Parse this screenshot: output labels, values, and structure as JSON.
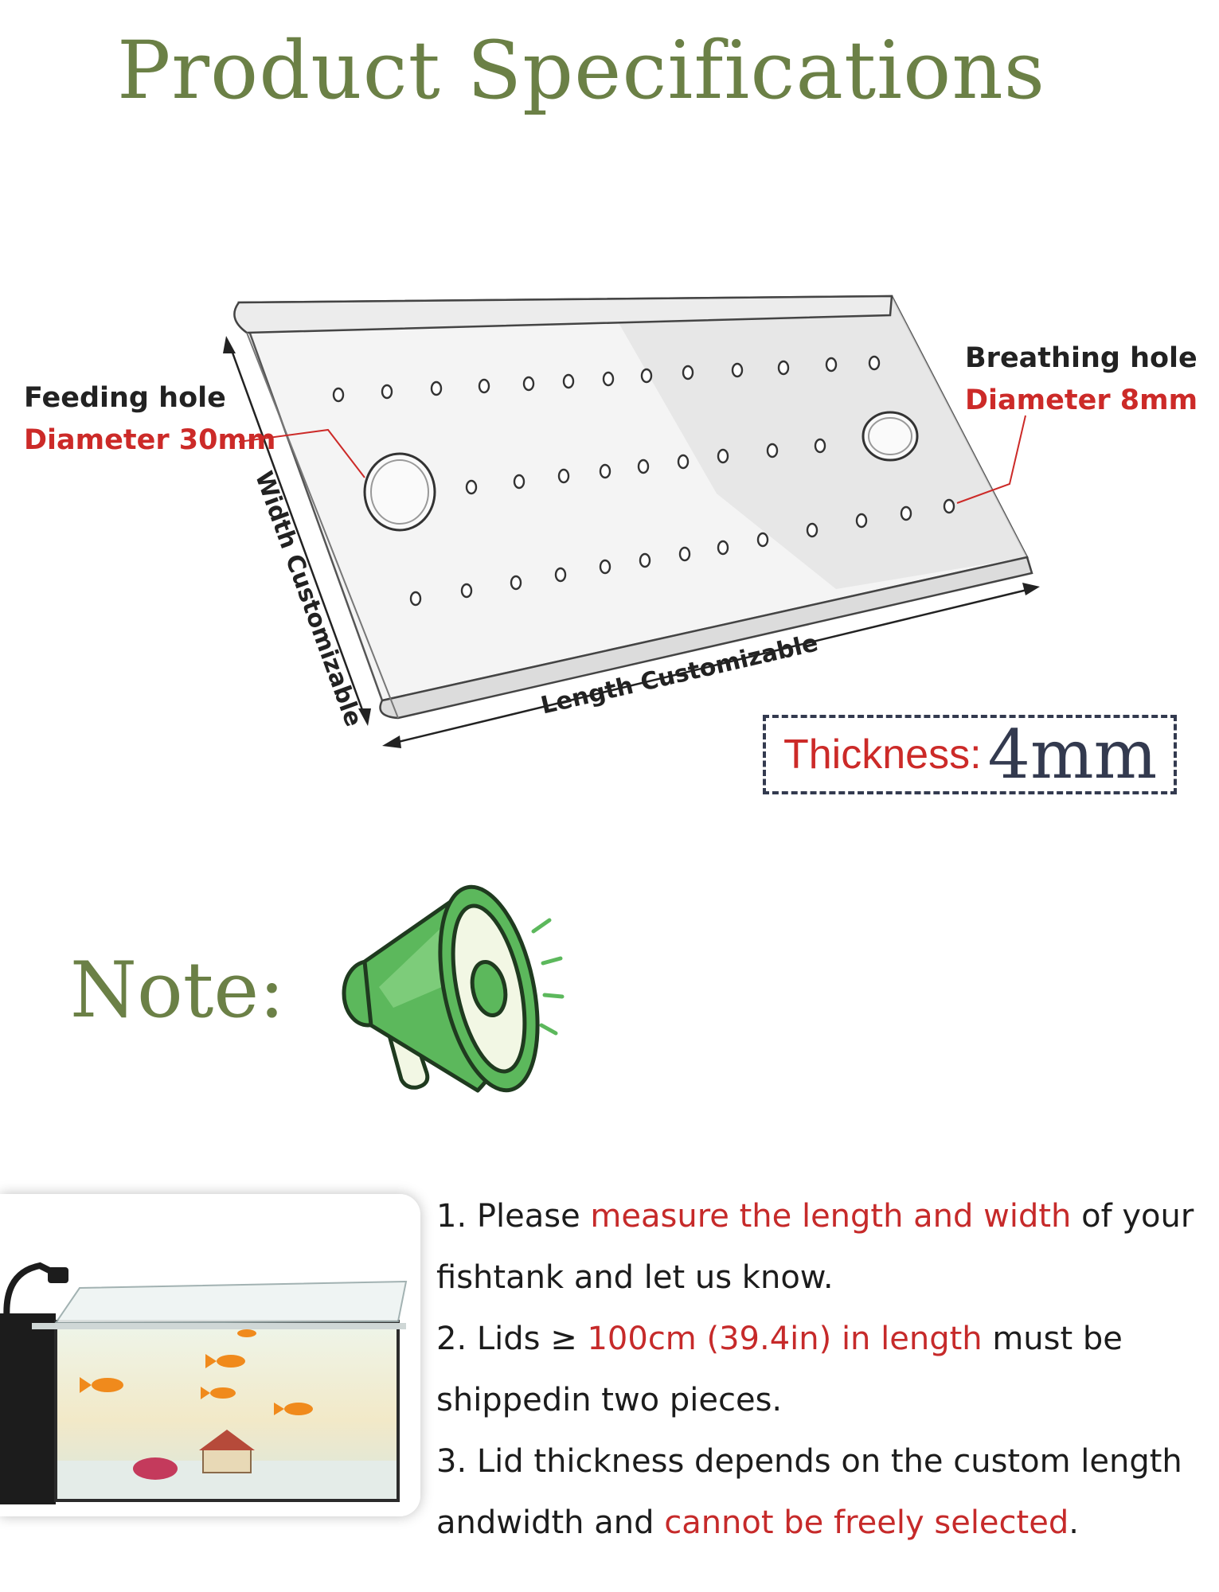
{
  "title": "Product Specifications",
  "diagram": {
    "feeding_hole": {
      "title": "Feeding hole",
      "sub": "Diameter 30mm"
    },
    "breathing_hole": {
      "title": "Breathing hole",
      "sub": "Diameter 8mm"
    },
    "width_label": "Width Customizable",
    "length_label": "Length Customizable",
    "thickness_label": "Thickness:",
    "thickness_value": "4mm"
  },
  "note_label": "Note:",
  "notes": [
    {
      "num": "1.",
      "a": "Please ",
      "red": "measure the length and width",
      "b": " of your fishtank and let us know."
    },
    {
      "num": "2.",
      "a": "Lids ≥ ",
      "red": "100cm (39.4in) in length",
      "b": " must be shippedin two pieces."
    },
    {
      "num": "3.",
      "a": "Lid thickness depends on the custom length andwidth and ",
      "red": "cannot be freely selected",
      "b": "."
    }
  ],
  "colors": {
    "heading": "#6b8046",
    "accent_red": "#cc2a28",
    "megaphone_green": "#5cb85c"
  }
}
